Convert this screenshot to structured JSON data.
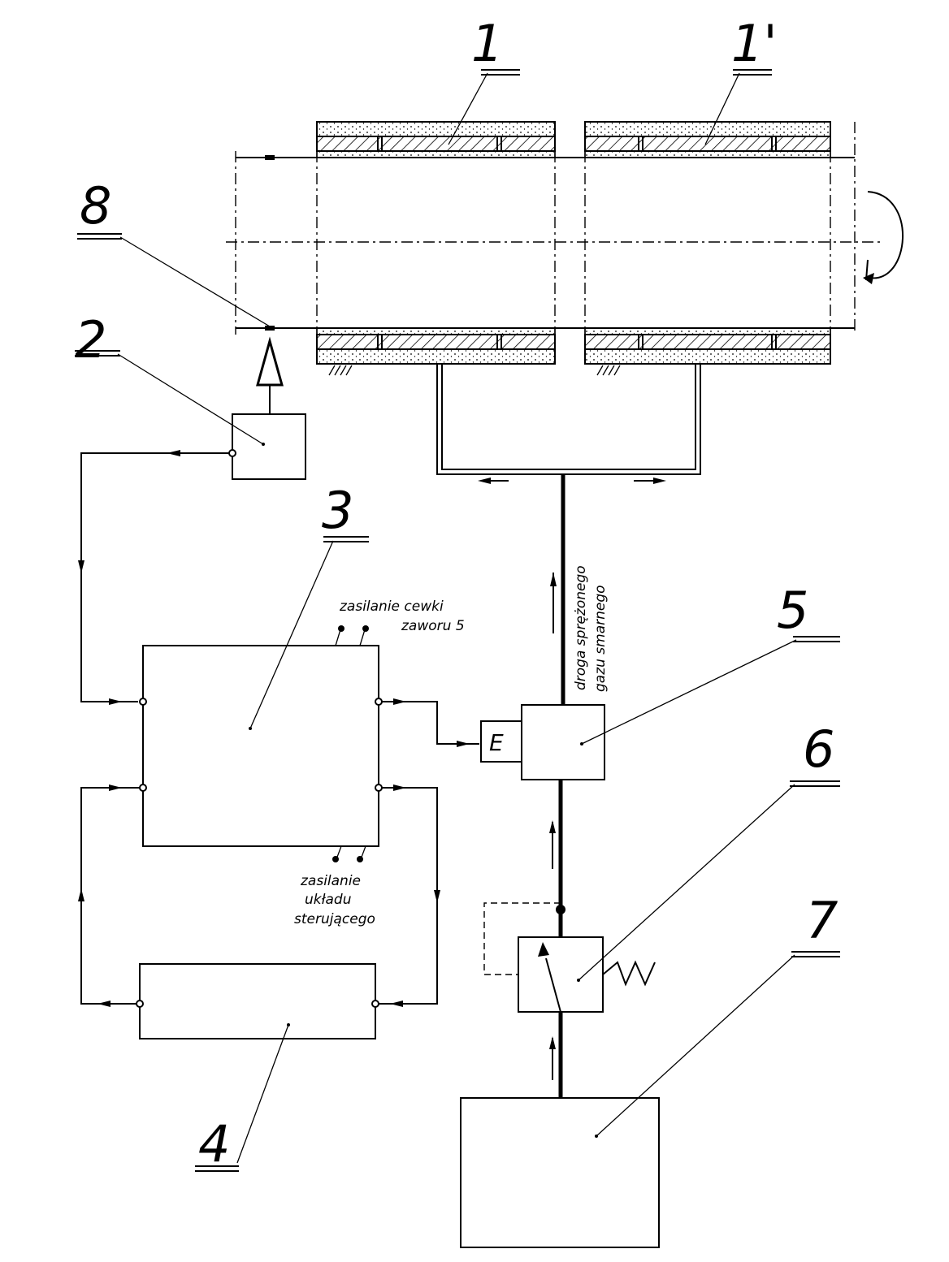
{
  "labels": {
    "bearing_1": "1",
    "bearing_1_prime": "1'",
    "unit_2": "2",
    "controller_3": "3",
    "unit_4": "4",
    "valve_5": "5",
    "unit_6": "6",
    "source_7": "7",
    "sensor_8": "8",
    "solenoid": "E"
  },
  "texts": {
    "coil_supply_line1": "zasilanie cewki",
    "coil_supply_line2": "zaworu 5",
    "control_supply_line1": "zasilanie",
    "control_supply_line2": "układu",
    "control_supply_line3": "sterującego",
    "gas_path_line1": "droga sprężonego",
    "gas_path_line2": "gazu smarnego"
  }
}
